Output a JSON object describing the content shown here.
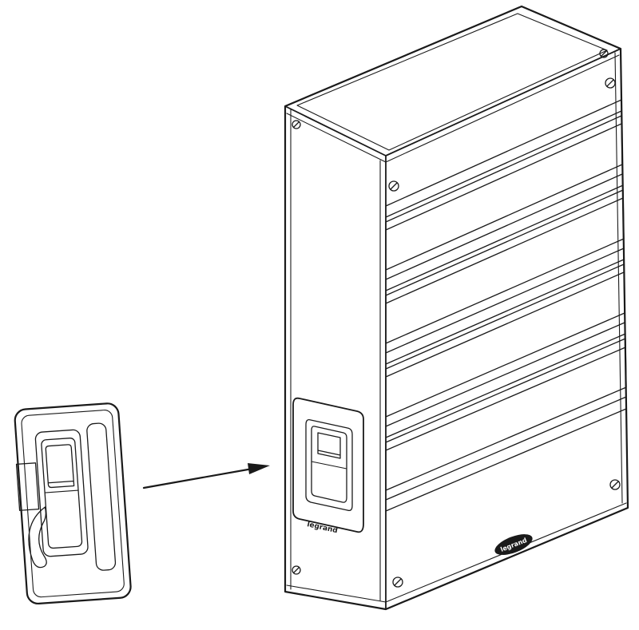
{
  "diagram": {
    "background_color": "#ffffff",
    "line_color": "#1a1a1a",
    "cabinet": {
      "brand_label": "legrand",
      "badge_label": "legrand",
      "din_rows": 4
    },
    "arrow": {
      "direction": "right"
    }
  }
}
